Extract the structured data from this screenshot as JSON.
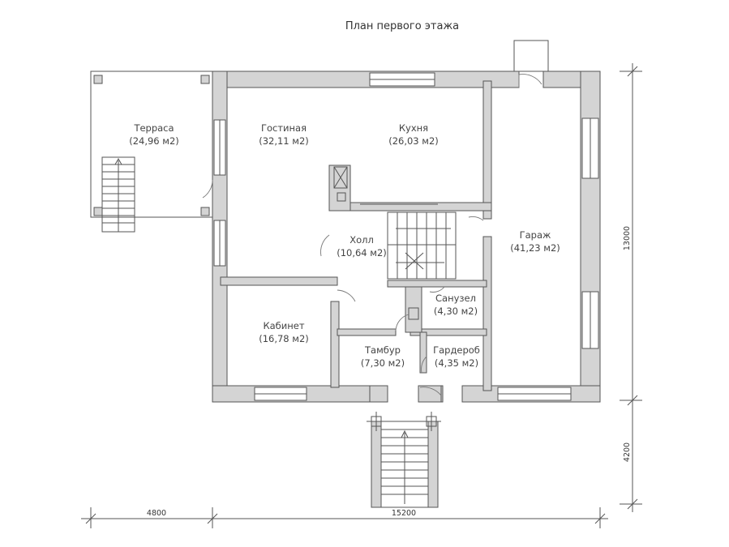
{
  "plan": {
    "title": "План первого этажа",
    "rooms": {
      "terrace": {
        "name": "Терраса",
        "area": "(24,96 м2)"
      },
      "living": {
        "name": "Гостиная",
        "area": "(32,11 м2)"
      },
      "kitchen": {
        "name": "Кухня",
        "area": "(26,03 м2)"
      },
      "garage": {
        "name": "Гараж",
        "area": "(41,23 м2)"
      },
      "hall": {
        "name": "Холл",
        "area": "(10,64 м2)"
      },
      "bathroom": {
        "name": "Санузел",
        "area": "(4,30 м2)"
      },
      "office": {
        "name": "Кабинет",
        "area": "(16,78 м2)"
      },
      "vestibule": {
        "name": "Тамбур",
        "area": "(7,30 м2)"
      },
      "wardrobe": {
        "name": "Гардероб",
        "area": "(4,35 м2)"
      }
    },
    "dimensions": {
      "width_terrace": "4800",
      "width_house": "15200",
      "height_house": "13000",
      "height_porch": "4200"
    }
  }
}
